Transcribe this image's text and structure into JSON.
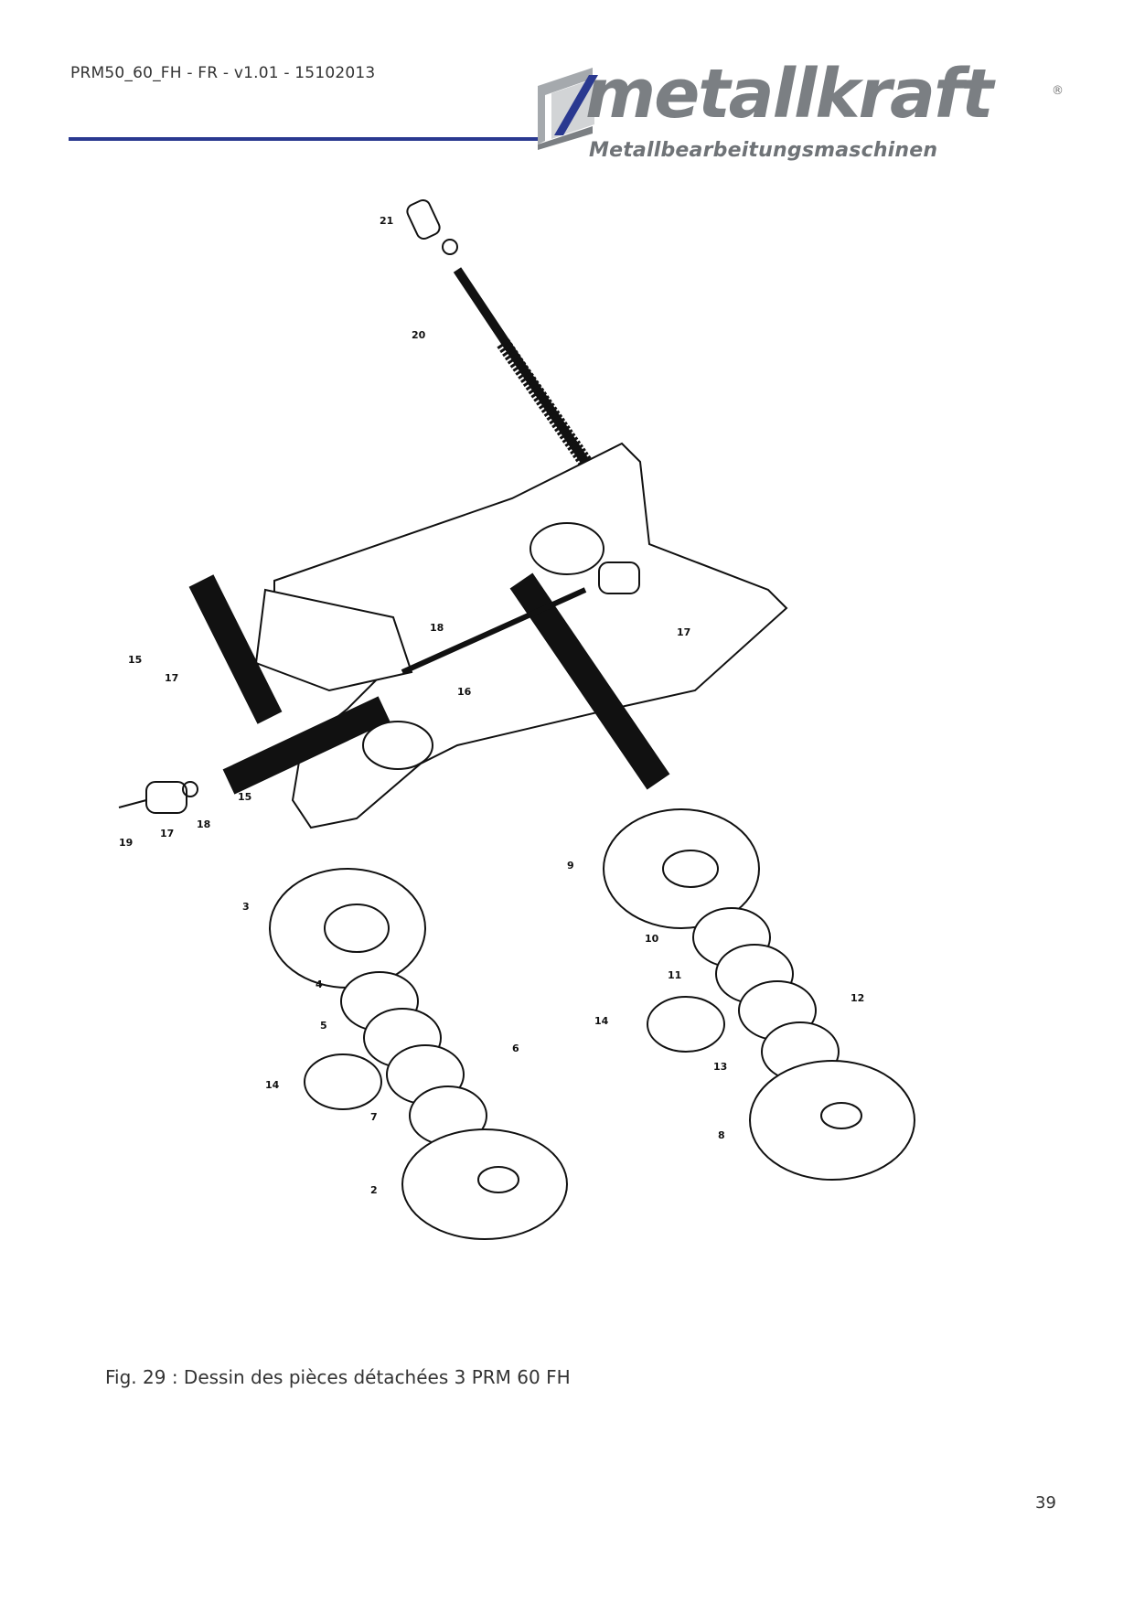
{
  "header": {
    "doc_id": "PRM50_60_FH - FR - v1.01 - 15102013",
    "brand_name": "metallkraft",
    "brand_tagline": "Metallbearbeitungsmaschinen",
    "brand_registered": "®"
  },
  "figure": {
    "caption": "Fig. 29 : Dessin des pièces détachées 3 PRM 60 FH",
    "part_labels": [
      "21",
      "20",
      "17",
      "16",
      "18",
      "15",
      "17",
      "19",
      "17",
      "18",
      "15",
      "3",
      "9",
      "10",
      "11",
      "12",
      "4",
      "5",
      "6",
      "14",
      "13",
      "14",
      "7",
      "8",
      "2"
    ]
  },
  "footer": {
    "page_number": "39"
  },
  "colors": {
    "rule": "#2a3990",
    "logo_grey": "#7b7f83",
    "logo_blue": "#2a3990"
  }
}
